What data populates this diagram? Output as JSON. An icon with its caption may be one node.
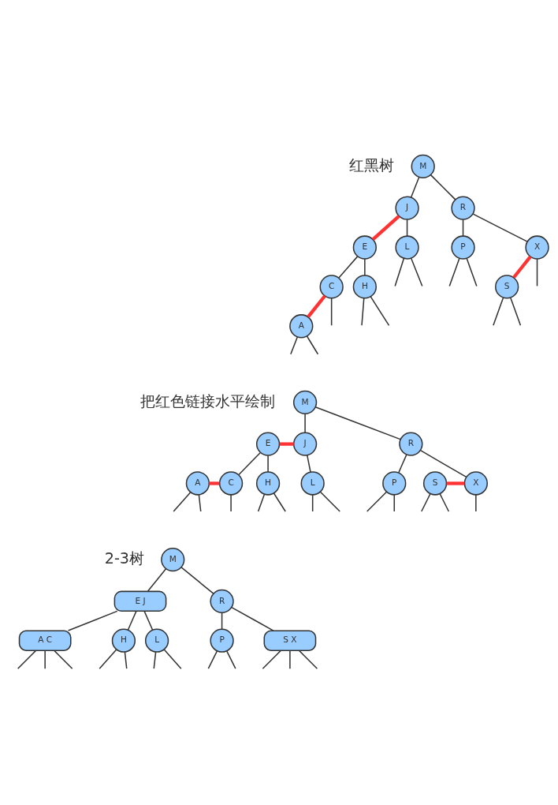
{
  "diagram": {
    "nodes": [
      {
        "text": [
          "M"
        ]
      },
      {
        "text": [
          "J"
        ]
      },
      {
        "text": [
          "R"
        ]
      },
      {
        "text": [
          "E"
        ]
      },
      {
        "text": [
          "L"
        ]
      },
      {
        "text": [
          "P"
        ]
      },
      {
        "text": [
          "X"
        ]
      },
      {
        "text": [
          "C"
        ]
      },
      {
        "text": [
          "H"
        ]
      },
      {
        "text": [
          "S"
        ]
      },
      {
        "text": [
          "A"
        ]
      },
      {
        "text": [
          "M"
        ]
      },
      {
        "text": [
          "E"
        ]
      },
      {
        "text": [
          "J"
        ]
      },
      {
        "text": [
          "R"
        ]
      },
      {
        "text": [
          "A"
        ]
      },
      {
        "text": [
          "C"
        ]
      },
      {
        "text": [
          "H"
        ]
      },
      {
        "text": [
          "L"
        ]
      },
      {
        "text": [
          "P"
        ]
      },
      {
        "text": [
          "S"
        ]
      },
      {
        "text": [
          "X"
        ]
      },
      {
        "text": [
          "M"
        ]
      },
      {
        "text": [
          "E J"
        ]
      },
      {
        "text": [
          "R"
        ]
      },
      {
        "text": [
          "A C"
        ]
      },
      {
        "text": [
          "H"
        ]
      },
      {
        "text": [
          "L"
        ]
      },
      {
        "text": [
          "P"
        ]
      },
      {
        "text": [
          "S X"
        ]
      }
    ],
    "edges": [
      {
        "from": 0,
        "to": 1,
        "arrow": "none"
      },
      {
        "from": 0,
        "to": 2,
        "arrow": "none"
      },
      {
        "from": 1,
        "to": 3,
        "arrow": "none",
        "style": "thick",
        "color": "#ff3333"
      },
      {
        "from": 1,
        "to": 4,
        "arrow": "none"
      },
      {
        "from": 2,
        "to": 5,
        "arrow": "none"
      },
      {
        "from": 2,
        "to": 6,
        "arrow": "none"
      },
      {
        "from": 3,
        "to": 7,
        "arrow": "none"
      },
      {
        "from": 3,
        "to": 8,
        "arrow": "none"
      },
      {
        "from": 6,
        "to": 9,
        "arrow": "none",
        "style": "thick",
        "color": "#ff3333"
      },
      {
        "from": 7,
        "to": 10,
        "arrow": "none",
        "style": "thick",
        "color": "#ff3333"
      },
      {
        "from": 4,
        "to": null,
        "arrow": "none"
      },
      {
        "from": 4,
        "to": null,
        "arrow": "none"
      },
      {
        "from": 5,
        "to": null,
        "arrow": "none"
      },
      {
        "from": 5,
        "to": null,
        "arrow": "none"
      },
      {
        "from": 6,
        "to": null,
        "arrow": "none"
      },
      {
        "from": 7,
        "to": null,
        "arrow": "none"
      },
      {
        "from": 8,
        "to": null,
        "arrow": "none"
      },
      {
        "from": 8,
        "to": null,
        "arrow": "none"
      },
      {
        "from": 9,
        "to": null,
        "arrow": "none"
      },
      {
        "from": 9,
        "to": null,
        "arrow": "none"
      },
      {
        "from": 10,
        "to": null,
        "arrow": "none"
      },
      {
        "from": 10,
        "to": null,
        "arrow": "none"
      },
      {
        "from": 11,
        "to": 13,
        "arrow": "none"
      },
      {
        "from": 11,
        "to": 14,
        "arrow": "none"
      },
      {
        "from": 12,
        "to": 13,
        "arrow": "none",
        "style": "thick",
        "color": "#ff3333"
      },
      {
        "from": 12,
        "to": 16,
        "arrow": "none"
      },
      {
        "from": 12,
        "to": 17,
        "arrow": "none"
      },
      {
        "from": 13,
        "to": 18,
        "arrow": "none"
      },
      {
        "from": 14,
        "to": 19,
        "arrow": "none"
      },
      {
        "from": 14,
        "to": 21,
        "arrow": "none"
      },
      {
        "from": 20,
        "to": 21,
        "arrow": "none",
        "style": "thick",
        "color": "#ff3333"
      },
      {
        "from": 15,
        "to": 16,
        "arrow": "none",
        "style": "thick",
        "color": "#ff3333"
      },
      {
        "from": 15,
        "to": null,
        "arrow": "none"
      },
      {
        "from": 15,
        "to": null,
        "arrow": "none"
      },
      {
        "from": 16,
        "to": null,
        "arrow": "none"
      },
      {
        "from": 17,
        "to": null,
        "arrow": "none"
      },
      {
        "from": 17,
        "to": null,
        "arrow": "none"
      },
      {
        "from": 18,
        "to": null,
        "arrow": "none"
      },
      {
        "from": 18,
        "to": null,
        "arrow": "none"
      },
      {
        "from": 19,
        "to": null,
        "arrow": "none"
      },
      {
        "from": 19,
        "to": null,
        "arrow": "none"
      },
      {
        "from": 20,
        "to": null,
        "arrow": "none"
      },
      {
        "from": 20,
        "to": null,
        "arrow": "none"
      },
      {
        "from": 21,
        "to": null,
        "arrow": "none"
      },
      {
        "from": 22,
        "to": 23,
        "arrow": "none"
      },
      {
        "from": 22,
        "to": 24,
        "arrow": "none"
      },
      {
        "from": 23,
        "to": 25,
        "arrow": "none"
      },
      {
        "from": 23,
        "to": 26,
        "arrow": "none"
      },
      {
        "from": 23,
        "to": 27,
        "arrow": "none"
      },
      {
        "from": 24,
        "to": 28,
        "arrow": "none"
      },
      {
        "from": 24,
        "to": 29,
        "arrow": "none"
      },
      {
        "from": 25,
        "to": null,
        "arrow": "none"
      },
      {
        "from": 25,
        "to": null,
        "arrow": "none"
      },
      {
        "from": 25,
        "to": null,
        "arrow": "none"
      },
      {
        "from": 26,
        "to": null,
        "arrow": "none"
      },
      {
        "from": 26,
        "to": null,
        "arrow": "none"
      },
      {
        "from": 27,
        "to": null,
        "arrow": "none"
      },
      {
        "from": 27,
        "to": null,
        "arrow": "none"
      },
      {
        "from": 28,
        "to": null,
        "arrow": "none"
      },
      {
        "from": 28,
        "to": null,
        "arrow": "none"
      },
      {
        "from": 29,
        "to": null,
        "arrow": "none"
      },
      {
        "from": 29,
        "to": null,
        "arrow": "none"
      },
      {
        "from": 29,
        "to": null,
        "arrow": "none"
      }
    ],
    "labels": [
      "红黑树",
      "把红色链接水平绘制",
      "2-3树"
    ]
  }
}
